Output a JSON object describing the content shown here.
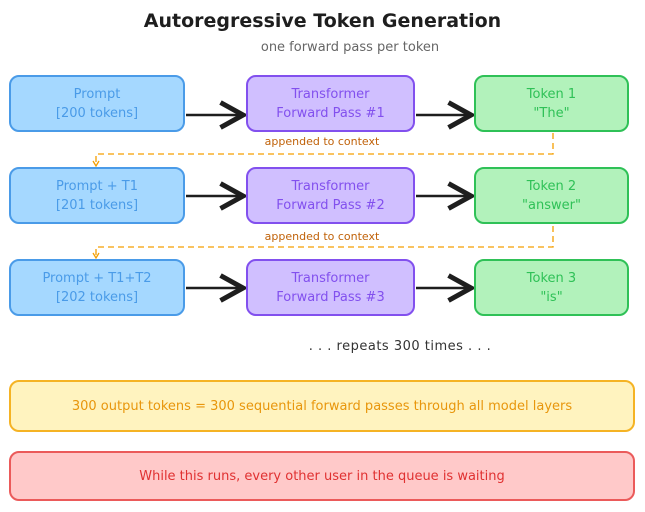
{
  "title": "Autoregressive Token Generation",
  "subtitle": "one forward pass per token",
  "rows": [
    {
      "input": [
        "Prompt",
        "[200 tokens]"
      ],
      "pass": [
        "Transformer",
        "Forward Pass #1"
      ],
      "token": [
        "Token 1",
        "\"The\""
      ]
    },
    {
      "input": [
        "Prompt + T1",
        "[201 tokens]"
      ],
      "pass": [
        "Transformer",
        "Forward Pass #2"
      ],
      "token": [
        "Token 2",
        "\"answer\""
      ]
    },
    {
      "input": [
        "Prompt + T1+T2",
        "[202 tokens]"
      ],
      "pass": [
        "Transformer",
        "Forward Pass #3"
      ],
      "token": [
        "Token 3",
        "\"is\""
      ]
    }
  ],
  "feedback_label": "appended to context",
  "repeat_note": ". . .  repeats 300 times  . . .",
  "summary": "300 output tokens = 300 sequential forward passes through all model layers",
  "warning": "While this runs, every other user in the queue is waiting"
}
